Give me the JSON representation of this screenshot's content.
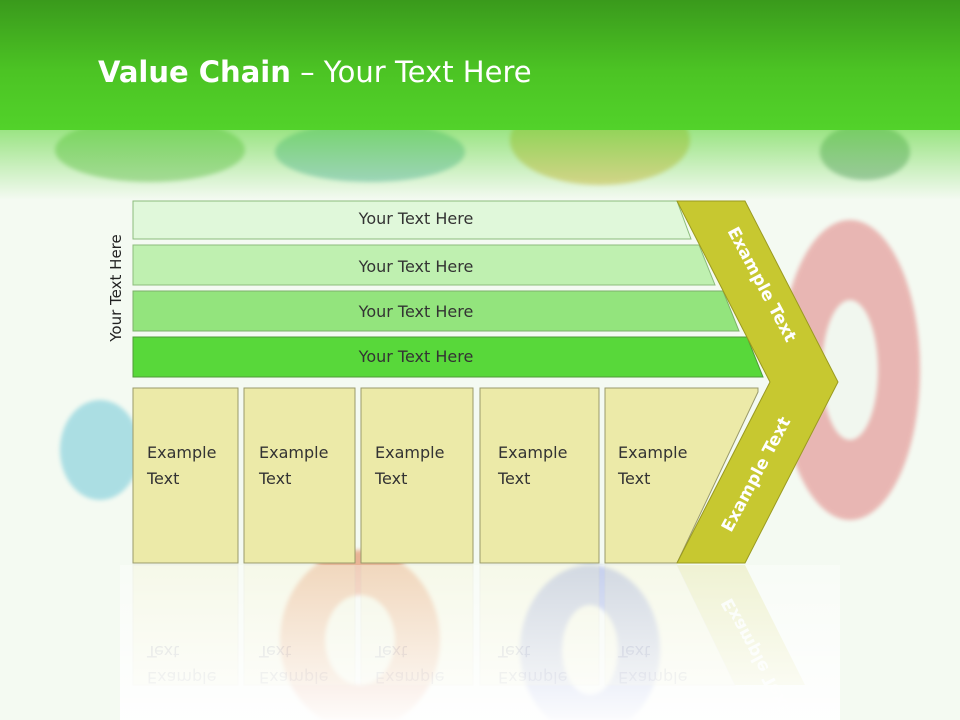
{
  "title": {
    "bold": "Value Chain",
    "rest": " – Your Text Here"
  },
  "side_label": "Your Text Here",
  "bars": [
    {
      "label": "Your Text Here",
      "color": "#e0f8da"
    },
    {
      "label": "Your Text Here",
      "color": "#bff0b0"
    },
    {
      "label": "Your Text Here",
      "color": "#93e47d"
    },
    {
      "label": "Your Text Here",
      "color": "#58d83a"
    }
  ],
  "boxes": [
    {
      "line1": "Example",
      "line2": "Text"
    },
    {
      "line1": "Example",
      "line2": "Text"
    },
    {
      "line1": "Example",
      "line2": "Text"
    },
    {
      "line1": "Example",
      "line2": "Text"
    },
    {
      "line1": "Example",
      "line2": "Text"
    }
  ],
  "chevron": {
    "upper": "Example Text",
    "lower": "Example Text",
    "color": "#c7c830"
  },
  "colors": {
    "header": "#4cc424",
    "box_fill": "#eceaa8",
    "box_stroke": "#9a9a6a",
    "text_dark": "#333333"
  }
}
